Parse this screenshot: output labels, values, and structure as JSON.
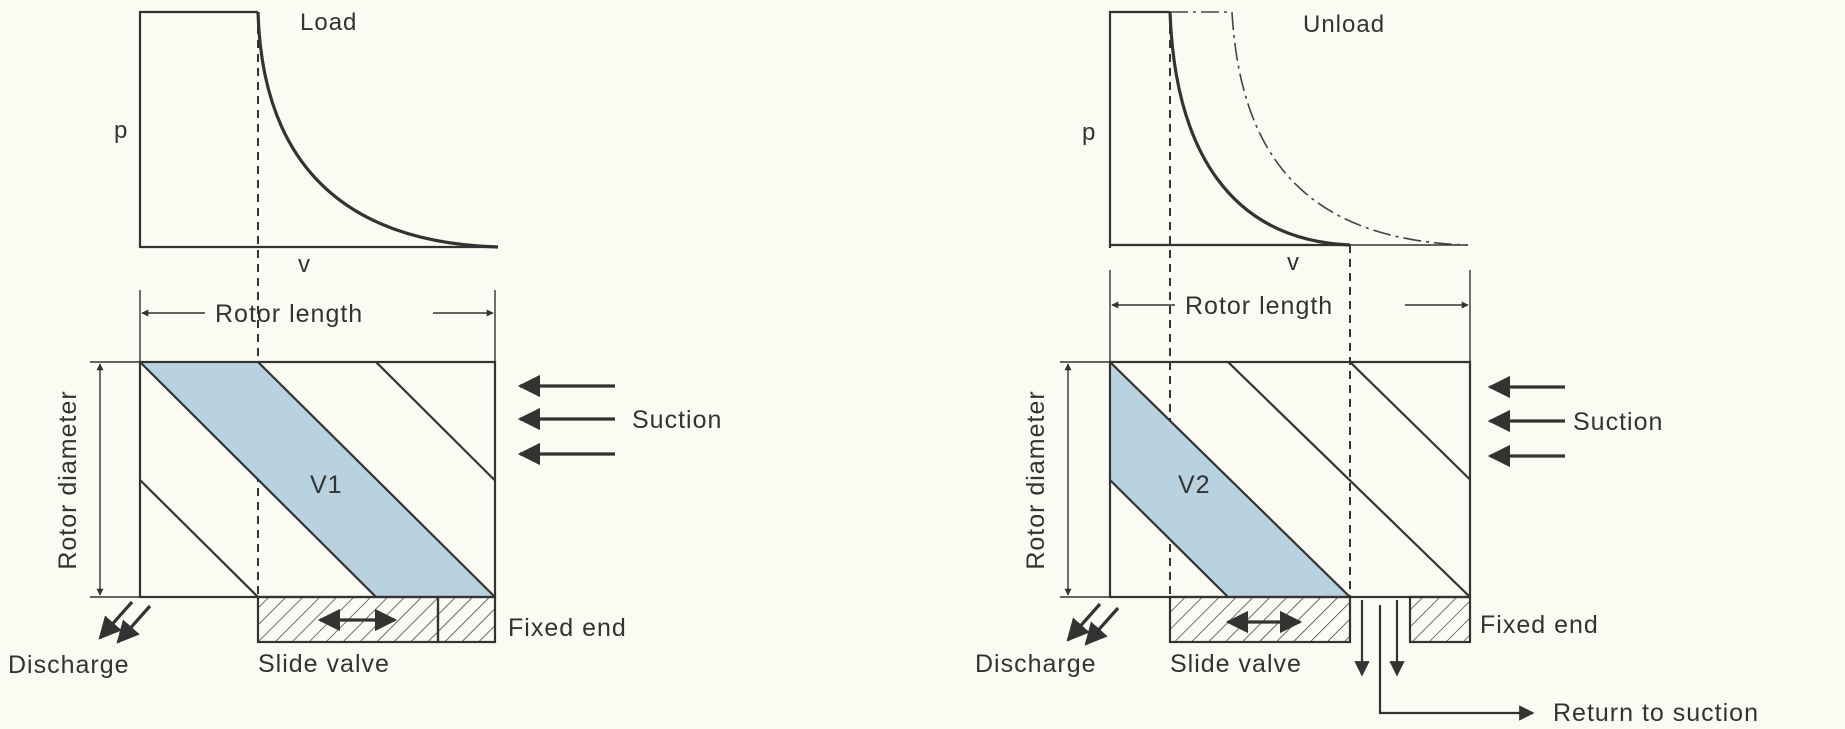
{
  "colors": {
    "background": "#fbfaf3",
    "ink": "#333333",
    "volume_fill": "#b8d2df"
  },
  "load": {
    "title": "Load",
    "p_axis": "p",
    "v_axis": "v",
    "rotor_length": "Rotor length",
    "rotor_diameter": "Rotor diameter",
    "volume_label": "V1",
    "suction": "Suction",
    "discharge": "Discharge",
    "slide_valve": "Slide valve",
    "fixed_end": "Fixed end"
  },
  "unload": {
    "title": "Unload",
    "p_axis": "p",
    "v_axis": "v",
    "rotor_length": "Rotor length",
    "rotor_diameter": "Rotor diameter",
    "volume_label": "V2",
    "suction": "Suction",
    "discharge": "Discharge",
    "slide_valve": "Slide valve",
    "fixed_end": "Fixed end",
    "return_to_suction": "Return to suction"
  }
}
